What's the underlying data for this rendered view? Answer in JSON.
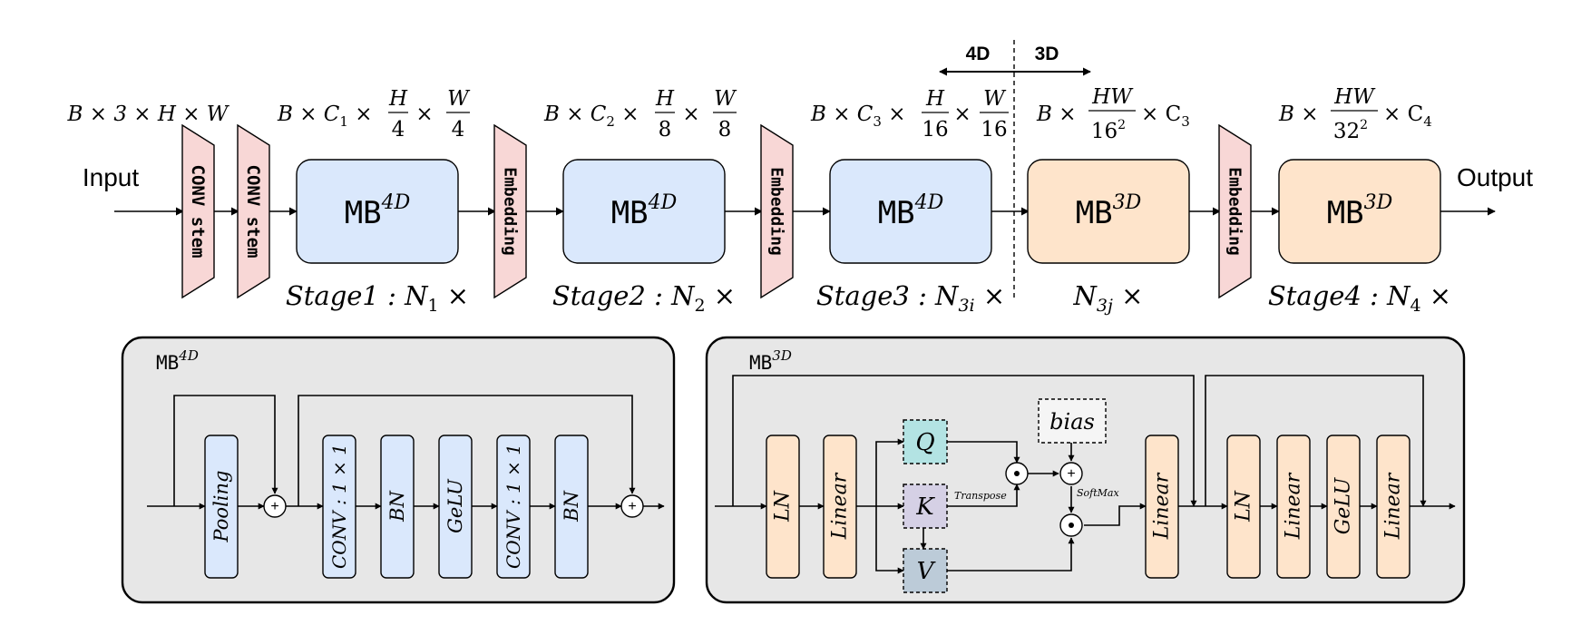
{
  "top": {
    "input_label": "Input",
    "output_label": "Output",
    "conv_stem_label": "CONV stem",
    "embedding_label": "Embedding",
    "mb_text": "MB",
    "sup_4d": "4D",
    "sup_3d": "3D",
    "dim_4d": "4D",
    "dim_3d": "3D",
    "shapes": {
      "input": {
        "lead": "B × 3 × H × W"
      },
      "s1": {
        "lead": "B × C",
        "sub": "1",
        "f1n": "H",
        "f1d": "4",
        "f2n": "W",
        "f2d": "4"
      },
      "s2": {
        "lead": "B × C",
        "sub": "2",
        "f1n": "H",
        "f1d": "8",
        "f2n": "W",
        "f2d": "8"
      },
      "s3": {
        "lead": "B × C",
        "sub": "3",
        "f1n": "H",
        "f1d": "16",
        "f2n": "W",
        "f2d": "16"
      },
      "s3d": {
        "lead": "B ×",
        "fn": "HW",
        "fd": "16",
        "fd_sup": "2",
        "tail": "× C",
        "tail_sub": "3"
      },
      "s4": {
        "lead": "B ×",
        "fn": "HW",
        "fd": "32",
        "fd_sup": "2",
        "tail": "× C",
        "tail_sub": "4"
      }
    },
    "stages": {
      "s1": {
        "name": "Stage1 : N",
        "sub": "1",
        "tail": "×"
      },
      "s2": {
        "name": "Stage2 : N",
        "sub": "2",
        "tail": "×"
      },
      "s3": {
        "name": "Stage3 : N",
        "sub": "3i",
        "tail": "×"
      },
      "s3j": {
        "name": "N",
        "sub": "3j",
        "tail": "×"
      },
      "s4": {
        "name": "Stage4 : N",
        "sub": "4",
        "tail": "×"
      }
    }
  },
  "mb4d_panel": {
    "title": "MB",
    "title_sup": "4D",
    "blocks": [
      "Pooling",
      "CONV : 1 × 1",
      "BN",
      "GeLU",
      "CONV : 1 × 1",
      "BN"
    ],
    "plus": "+"
  },
  "mb3d_panel": {
    "title": "MB",
    "title_sup": "3D",
    "ln": "LN",
    "linear": "Linear",
    "q": "Q",
    "k": "K",
    "v": "V",
    "bias": "bias",
    "transpose": "Transpose",
    "softmax": "SoftMax",
    "linear_out": "Linear",
    "mlp": [
      "LN",
      "Linear",
      "GeLU",
      "Linear"
    ],
    "plus": "+",
    "dot": "⊙"
  },
  "colors": {
    "blue_block": "#dae8fc",
    "orange_block": "#fee4cb",
    "pink_block": "#f8d7d6",
    "panel_bg": "#e7e7e7",
    "q_fill": "#b3e3e3",
    "k_fill": "#d5d0e5",
    "v_fill": "#bccbd8",
    "bias_fill": "#f5f5f5"
  }
}
